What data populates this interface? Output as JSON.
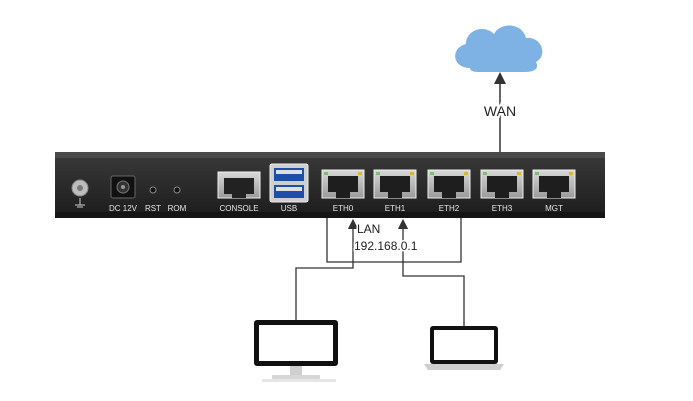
{
  "network": {
    "wan_label": "WAN",
    "lan_label": "LAN",
    "lan_ip": "192.168.0.1"
  },
  "device": {
    "power_label": "DC 12V",
    "rst_label": "RST",
    "rom_label": "ROM",
    "console_label": "CONSOLE",
    "usb_label": "USB",
    "ports": [
      "ETH0",
      "ETH1",
      "ETH2",
      "ETH3",
      "MGT"
    ]
  },
  "colors": {
    "cloud": "#7fb2e4",
    "chassis": "#2b2b2b",
    "line": "#444444"
  },
  "icons": [
    "cloud-icon",
    "ground-icon",
    "desktop-monitor-icon",
    "laptop-icon",
    "usb-icon",
    "rj45-port-icon"
  ]
}
